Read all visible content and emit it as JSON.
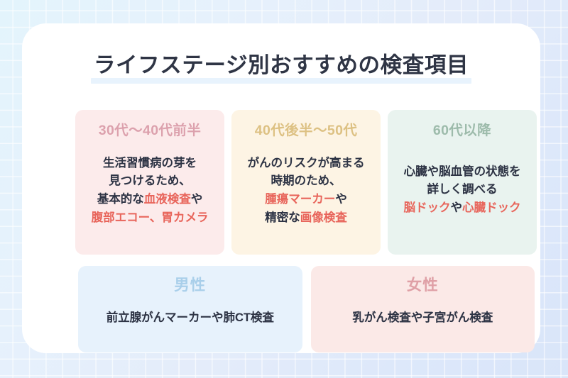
{
  "page": {
    "title": "ライフステージ別おすすめの検査項目"
  },
  "colors": {
    "background": "#e4eefb",
    "panel": "#ffffff",
    "title_text": "#2f3545",
    "title_underline": "#e8f3fd",
    "body_text": "#2d3344",
    "highlight": "#e8655b",
    "card_pink_bg": "#fcebeb",
    "card_cream_bg": "#fdf4e4",
    "card_mint_bg": "#e9f3ef",
    "card_blue_bg": "#e7f2fc",
    "card_rose_bg": "#fbe9e7",
    "head_pink": "#dca1ad",
    "head_gold": "#ddc183",
    "head_green": "#9dbbab",
    "head_blue": "#a9cfea",
    "head_rose": "#dfa0a6"
  },
  "stage_cards": [
    {
      "id": "age-30-to-early-40s",
      "heading": "30代〜40代前半",
      "lines": [
        [
          {
            "t": "生活習慣病の芽を",
            "hl": false
          }
        ],
        [
          {
            "t": "見つけるため、",
            "hl": false
          }
        ],
        [
          {
            "t": "基本的な",
            "hl": false
          },
          {
            "t": "血液検査",
            "hl": true
          },
          {
            "t": "や",
            "hl": false
          }
        ],
        [
          {
            "t": "腹部エコー、胃カメラ",
            "hl": true
          }
        ]
      ]
    },
    {
      "id": "age-late-40s-to-50s",
      "heading": "40代後半〜50代",
      "lines": [
        [
          {
            "t": "がんのリスクが高まる",
            "hl": false
          }
        ],
        [
          {
            "t": "時期のため、",
            "hl": false
          }
        ],
        [
          {
            "t": "腫瘍マーカー",
            "hl": true
          },
          {
            "t": "や",
            "hl": false
          }
        ],
        [
          {
            "t": "精密な",
            "hl": false
          },
          {
            "t": "画像検査",
            "hl": true
          }
        ]
      ]
    },
    {
      "id": "age-60s-and-over",
      "heading": "60代以降",
      "lines": [
        [
          {
            "t": "心臓や脳血管の状態を",
            "hl": false
          }
        ],
        [
          {
            "t": "詳しく調べる",
            "hl": false
          }
        ],
        [
          {
            "t": "脳ドック",
            "hl": true
          },
          {
            "t": "や",
            "hl": false
          },
          {
            "t": "心臓ドック",
            "hl": true
          }
        ]
      ]
    }
  ],
  "gender_cards": [
    {
      "id": "male",
      "heading": "男性",
      "body": "前立腺がんマーカーや肺CT検査"
    },
    {
      "id": "female",
      "heading": "女性",
      "body": "乳がん検査や子宮がん検査"
    }
  ]
}
